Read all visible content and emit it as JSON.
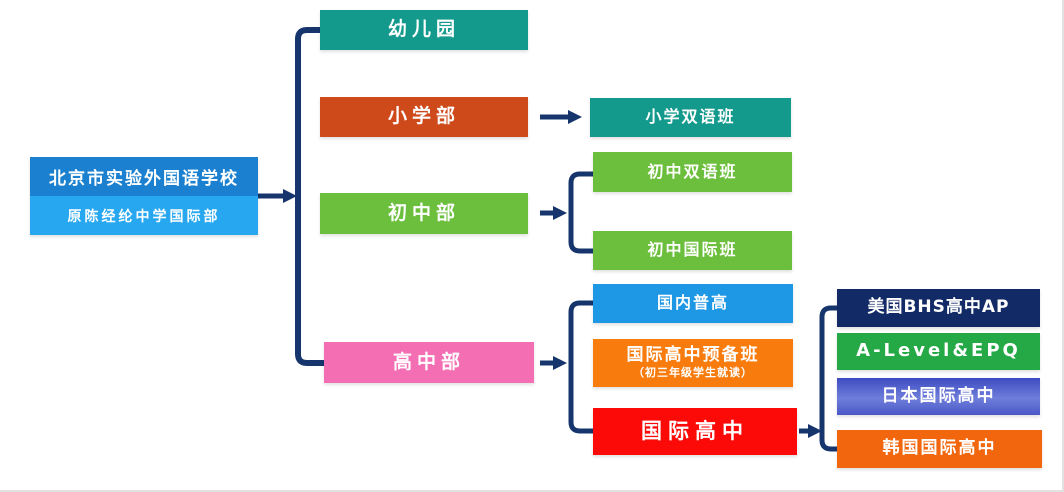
{
  "root": {
    "title": "北京市实验外国语学校",
    "subtitle": "原陈经纶中学国际部"
  },
  "sections": {
    "kindergarten": "幼儿园",
    "primary": "小学部",
    "junior": "初中部",
    "senior": "高中部"
  },
  "programs": {
    "primary_bilingual": "小学双语班",
    "junior_bilingual": "初中双语班",
    "junior_international": "初中国际班",
    "domestic_regular": "国内普高",
    "intl_prep": "国际高中预备班",
    "intl_prep_note": "（初三年级学生就读）",
    "intl_high": "国际高中"
  },
  "intl_tracks": {
    "us_bhs_ap": "美国BHS高中AP",
    "a_level_epq": "A-Level&EPQ",
    "japan": "日本国际高中",
    "korea": "韩国国际高中"
  },
  "colors": {
    "connector": "#16356d",
    "root_top": "#1a80cf",
    "root_bottom": "#27a7f0",
    "teal": "#149a8c",
    "orange_red": "#cf4a1a",
    "green": "#6cbf3c",
    "pink": "#f46eb4",
    "blue": "#1e97e4",
    "orange": "#f87c0d",
    "red": "#fb0a08",
    "navy": "#122a66",
    "green_dark": "#25a846",
    "blue_violet": "#4d5ece",
    "orange_dark": "#f2670e"
  }
}
